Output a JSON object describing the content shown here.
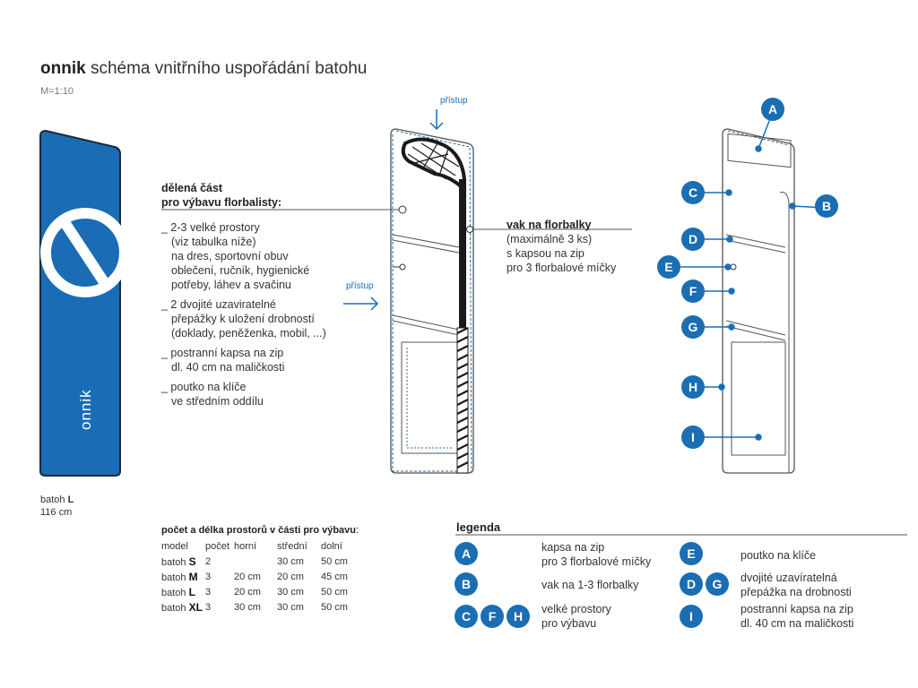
{
  "title": {
    "brand": "onnik",
    "rest": "schéma vnitřního uspořádání batohu"
  },
  "scale": "M=1:10",
  "bag_brand": "onnik",
  "bag_caption": {
    "line1_prefix": "batoh",
    "line1_size": "L",
    "line2": "116 cm"
  },
  "access_label_top": "přístup",
  "access_label_side": "přístup",
  "divided_part": {
    "heading_line1": "dělená část",
    "heading_line2": "pro výbavu florbalisty:",
    "items": [
      [
        "_ 2-3 velké prostory",
        "(viz tabulka níže)",
        "na dres, sportovní obuv",
        "oblečení, ručník, hygienické",
        "potřeby, láhev a svačinu"
      ],
      [
        "_ 2 dvojité uzaviratelné",
        "přepážky k uložení drobností",
        "(doklady, peněženka, mobil, ...)"
      ],
      [
        "_ postranní kapsa na zip",
        "dl. 40 cm na maličkosti"
      ],
      [
        "_ poutko na klíče",
        "ve středním oddílu"
      ]
    ]
  },
  "stick_bag": {
    "heading": "vak na florbalky",
    "lines": [
      "(maximálně 3 ks)",
      "s kapsou na zip",
      "pro 3 florbalové míčky"
    ]
  },
  "table": {
    "title_bold": "počet a délka prostorů v části pro výbavu",
    "title_colon": ":",
    "headers": [
      "model",
      "počet",
      "horní",
      "střední",
      "dolní"
    ],
    "rows": [
      {
        "prefix": "batoh",
        "size": "S",
        "count": "2",
        "top": "",
        "mid": "30 cm",
        "bottom": "50 cm"
      },
      {
        "prefix": "batoh",
        "size": "M",
        "count": "3",
        "top": "20 cm",
        "mid": "20 cm",
        "bottom": "45 cm"
      },
      {
        "prefix": "batoh",
        "size": "L",
        "count": "3",
        "top": "20 cm",
        "mid": "30 cm",
        "bottom": "50 cm"
      },
      {
        "prefix": "batoh",
        "size": "XL",
        "count": "3",
        "top": "30 cm",
        "mid": "30 cm",
        "bottom": "50 cm"
      }
    ]
  },
  "legend": {
    "title": "legenda",
    "entries": [
      {
        "letters": [
          "A"
        ],
        "text": "kapsa na zip\npro 3 florbalové míčky"
      },
      {
        "letters": [
          "B"
        ],
        "text": "vak na 1-3 florbalky"
      },
      {
        "letters": [
          "C",
          "F",
          "H"
        ],
        "text": "velké prostory\npro výbavu"
      },
      {
        "letters": [
          "E"
        ],
        "text": "poutko na klíče"
      },
      {
        "letters": [
          "D",
          "G"
        ],
        "text": "dvojité uzavíratelná\npřepážka na drobnosti"
      },
      {
        "letters": [
          "I"
        ],
        "text": "postranní kapsa na zip\ndl. 40 cm na maličkosti"
      }
    ]
  },
  "markers": [
    "A",
    "B",
    "C",
    "D",
    "E",
    "F",
    "G",
    "H",
    "I"
  ],
  "colors": {
    "accent": "#1b6eb3",
    "bag_blue": "#1a6cb5",
    "text": "#333333"
  }
}
